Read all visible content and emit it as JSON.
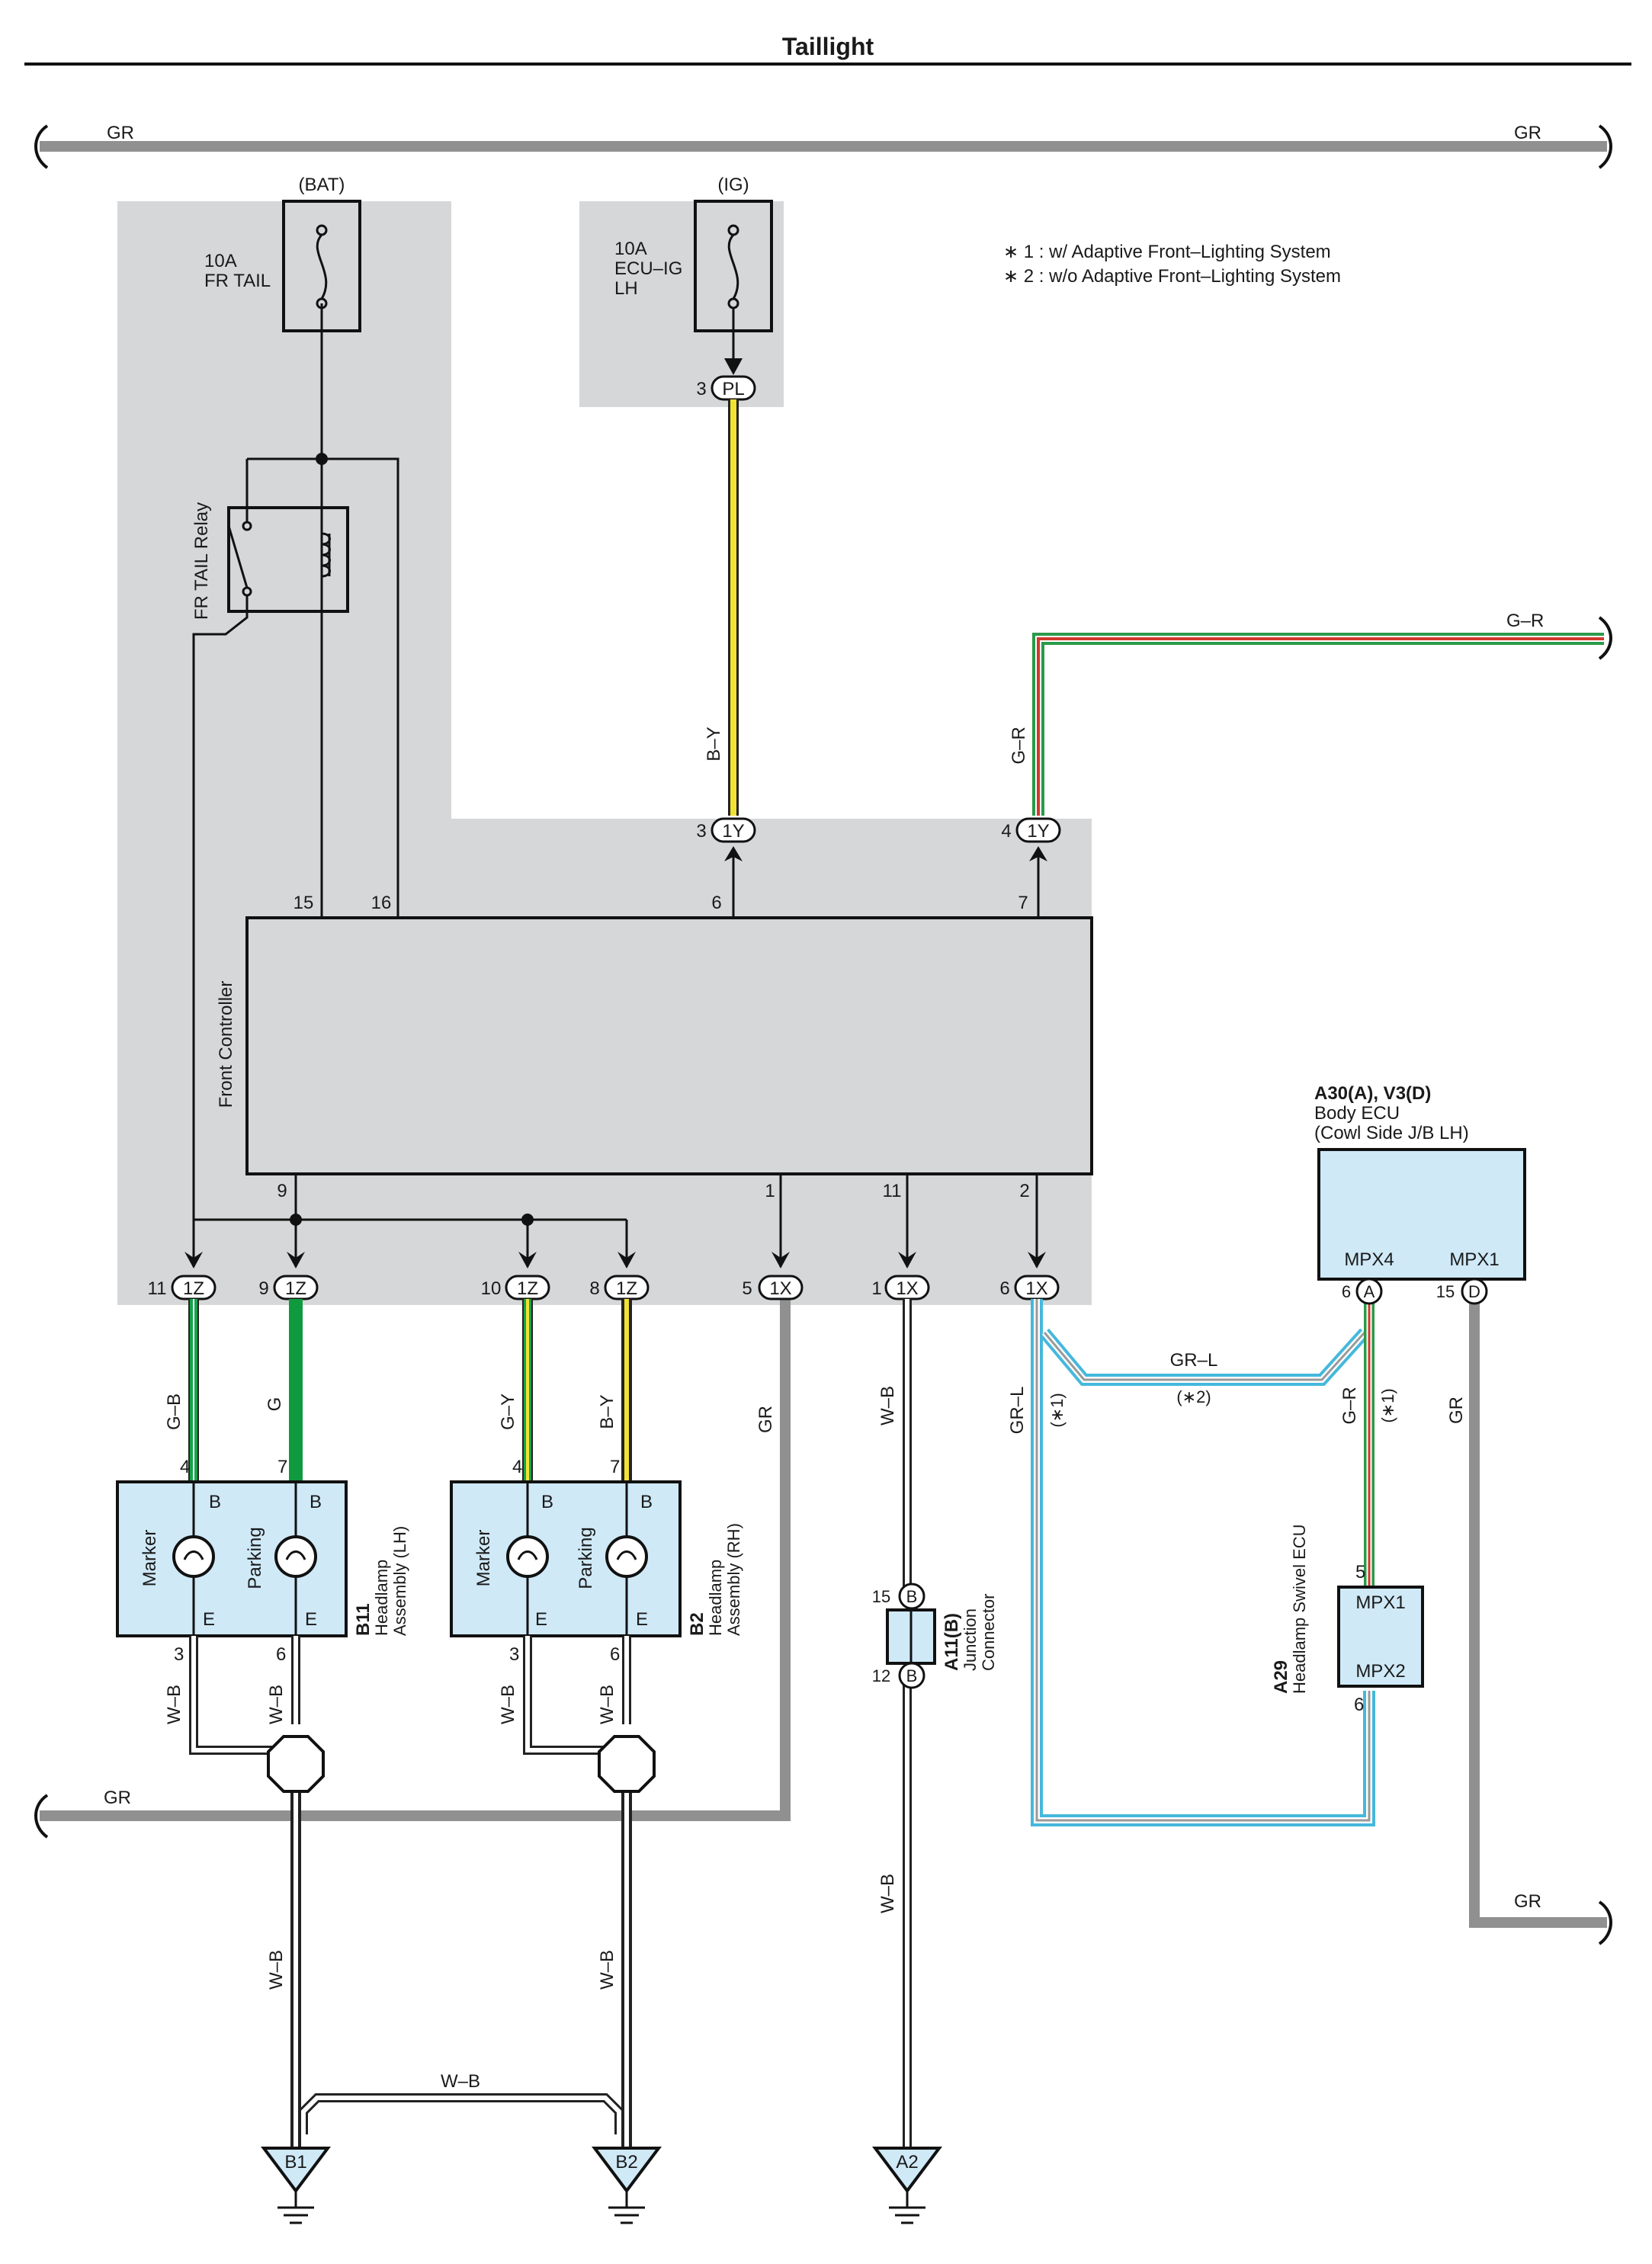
{
  "title": "Taillight",
  "notes": [
    "∗ 1 : w/ Adaptive Front–Lighting System",
    "∗ 2 : w/o Adaptive Front–Lighting System"
  ],
  "colors": {
    "GR": "#909090",
    "B-Y": "#f2e233",
    "G-R": "#2a9a4a",
    "G-B": "#16a34a",
    "G": "#109a40",
    "G-Y": "#16a34a",
    "W-B": "#ffffff",
    "GR-L": "#45b8dc",
    "red": "#d0392b",
    "black": "#222222",
    "shade": "#d6d7d9",
    "ecu_fill": "#cfe9f7"
  },
  "wires": {
    "gr": "GR",
    "gr_l": "GR–L",
    "g_r": "G–R",
    "b_y": "B–Y",
    "g_b": "G–B",
    "g": "G",
    "g_y": "G–Y",
    "w_b": "W–B",
    "note1": "(∗1)",
    "note2": "(∗2)"
  },
  "power": {
    "bat": "(BAT)",
    "ig": "(IG)",
    "fuse1_amp": "10A",
    "fuse1_name": "FR TAIL",
    "fuse2_amp": "10A",
    "fuse2_name1": "ECU–IG",
    "fuse2_name2": "LH",
    "relay": "FR TAIL Relay"
  },
  "controller": {
    "name": "Front Controller",
    "pins": {
      "p15": "15",
      "p16": "16",
      "p6": "6",
      "p7": "7",
      "p9": "9",
      "p1": "1",
      "p11": "11",
      "p2": "2"
    }
  },
  "connectors": {
    "pl": "PL",
    "pl_pin": "3",
    "y1a": "1Y",
    "y1a_pin": "3",
    "y1b": "1Y",
    "y1b_pin": "4",
    "z1": "1Z",
    "z1_pin": "11",
    "z2": "1Z",
    "z2_pin": "9",
    "z3": "1Z",
    "z3_pin": "10",
    "z4": "1Z",
    "z4_pin": "8",
    "x1": "1X",
    "x1_pin": "5",
    "x2": "1X",
    "x2_pin": "1",
    "x3": "1X",
    "x3_pin": "6"
  },
  "headlamp_lh": {
    "code": "B11",
    "name1": "Headlamp",
    "name2": "Assembly (LH)",
    "marker": "Marker",
    "parking": "Parking",
    "b": "B",
    "e": "E",
    "pin_in1": "4",
    "pin_in2": "7",
    "pin_out1": "3",
    "pin_out2": "6"
  },
  "headlamp_rh": {
    "code": "B2",
    "name1": "Headlamp",
    "name2": "Assembly (RH)",
    "marker": "Marker",
    "parking": "Parking",
    "b": "B",
    "e": "E",
    "pin_in1": "4",
    "pin_in2": "7",
    "pin_out1": "3",
    "pin_out2": "6"
  },
  "junction": {
    "code": "A11(B)",
    "name1": "Junction",
    "name2": "Connector",
    "b": "B",
    "pin_top": "15",
    "pin_bottom": "12"
  },
  "body_ecu": {
    "code": "A30(A), V3(D)",
    "name1": "Body ECU",
    "name2": "(Cowl Side J/B LH)",
    "mpx4": "MPX4",
    "mpx1": "MPX1",
    "conn_a": "A",
    "pin_a": "6",
    "conn_d": "D",
    "pin_d": "15"
  },
  "swivel_ecu": {
    "code": "A29",
    "name": "Headlamp Swivel ECU",
    "mpx1": "MPX1",
    "mpx2": "MPX2",
    "pin_in": "5",
    "pin_out": "6"
  },
  "grounds": {
    "b1": "B1",
    "b2": "B2",
    "a2": "A2"
  }
}
